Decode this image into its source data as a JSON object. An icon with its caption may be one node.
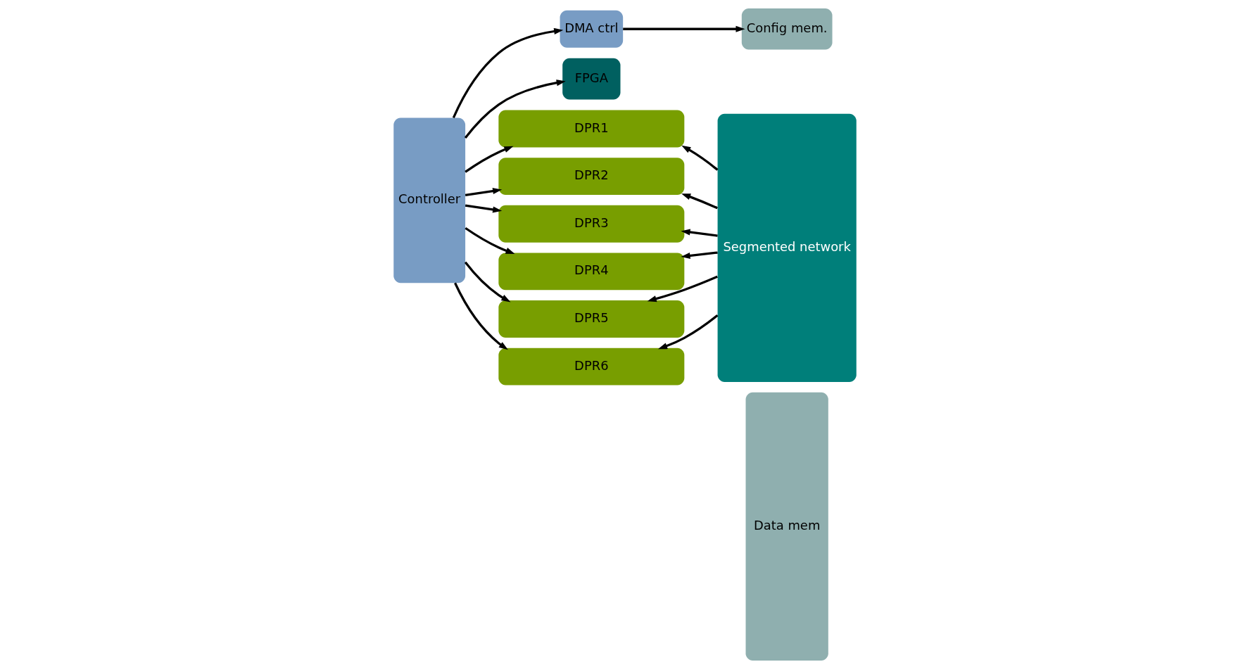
{
  "diagram": {
    "nodes": [
      {
        "text": [
          "Controller"
        ]
      },
      {
        "text": [
          "DMA ctrl"
        ]
      },
      {
        "text": [
          "Config mem."
        ]
      },
      {
        "text": [
          "FPGA"
        ]
      },
      {
        "text": [
          "DPR1"
        ]
      },
      {
        "text": [
          "DPR2"
        ]
      },
      {
        "text": [
          "DPR3"
        ]
      },
      {
        "text": [
          "DPR4"
        ]
      },
      {
        "text": [
          "DPR5"
        ]
      },
      {
        "text": [
          "DPR6"
        ]
      },
      {
        "text": [
          "Segmented network"
        ]
      },
      {
        "text": [
          "Data mem"
        ]
      }
    ],
    "edges": [
      {
        "from": 0,
        "to": 1,
        "arrow": "to"
      },
      {
        "from": 1,
        "to": 2,
        "arrow": "to"
      },
      {
        "from": 0,
        "to": 3,
        "arrow": "to"
      },
      {
        "from": 0,
        "to": 4,
        "arrow": "to"
      },
      {
        "from": 0,
        "to": 5,
        "arrow": "to"
      },
      {
        "from": 0,
        "to": 6,
        "arrow": "to"
      },
      {
        "from": 0,
        "to": 7,
        "arrow": "to"
      },
      {
        "from": 0,
        "to": 8,
        "arrow": "to"
      },
      {
        "from": 0,
        "to": 9,
        "arrow": "to"
      },
      {
        "from": 10,
        "to": 4,
        "arrow": "to"
      },
      {
        "from": 10,
        "to": 5,
        "arrow": "to"
      },
      {
        "from": 10,
        "to": 6,
        "arrow": "to"
      },
      {
        "from": 10,
        "to": 7,
        "arrow": "to"
      },
      {
        "from": 10,
        "to": 8,
        "arrow": "to"
      },
      {
        "from": 10,
        "to": 9,
        "arrow": "to"
      }
    ]
  }
}
